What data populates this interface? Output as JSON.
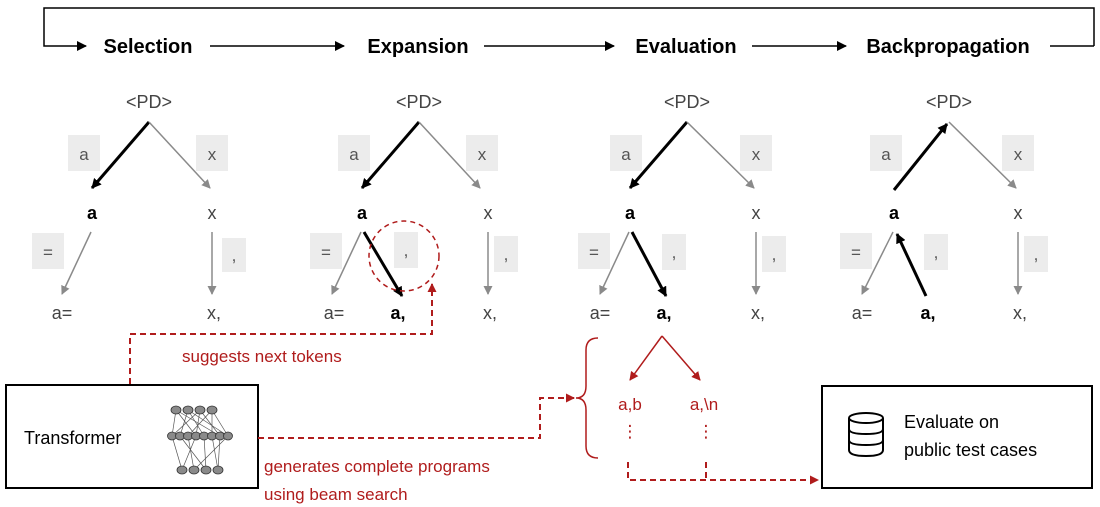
{
  "stages": [
    "Selection",
    "Expansion",
    "Evaluation",
    "Backpropagation"
  ],
  "tree": {
    "root": "<PD>",
    "edge_labels": {
      "left": "a",
      "right": "x",
      "eq": "=",
      "comma": ","
    },
    "nodes": {
      "a": "a",
      "x": "x",
      "a_eq": "a=",
      "x_comma": "x,",
      "a_comma": "a,"
    }
  },
  "transformer": {
    "label": "Transformer"
  },
  "annotations": {
    "suggests": "suggests next tokens",
    "generates_line1": "generates complete programs",
    "generates_line2": "using beam search"
  },
  "beam": {
    "left": "a,b",
    "right": "a,\\n",
    "dots": "⋮"
  },
  "evaluate": {
    "line1": "Evaluate on",
    "line2": "public test cases"
  },
  "colors": {
    "accent_red": "#b01c1c",
    "label_bg": "#ececec",
    "edge_gray": "#8a8a8a"
  }
}
